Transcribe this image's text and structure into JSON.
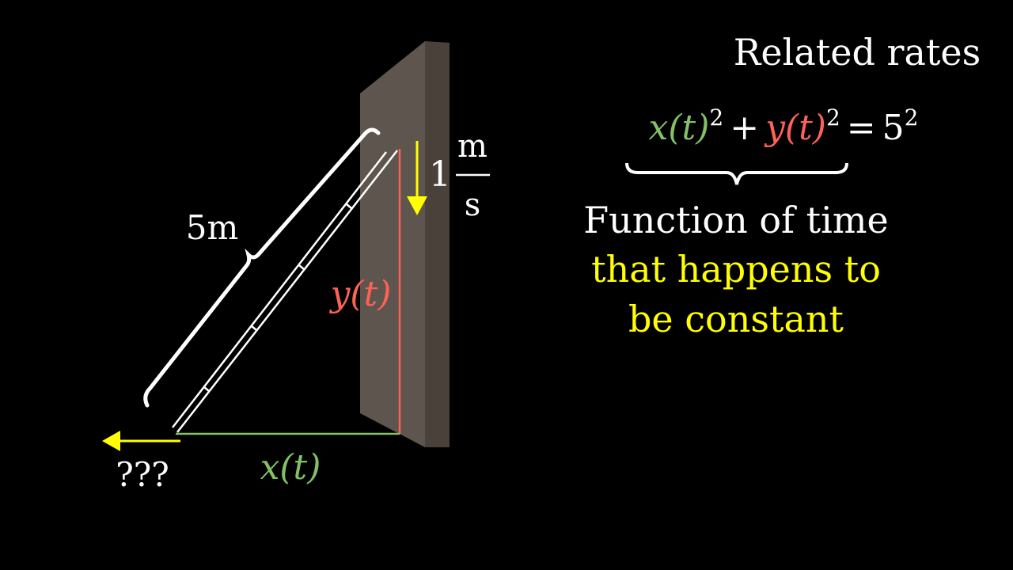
{
  "title": "Related rates",
  "equation": {
    "x_term": "x(t)",
    "y_term": "y(t)",
    "exp": "2",
    "plus": "+",
    "equals": "=",
    "five": "5"
  },
  "annotation": {
    "line1": "Function of time",
    "line2": "that happens to",
    "line3": "be constant"
  },
  "diagram": {
    "ladder_length": "5m",
    "y_label": "y(t)",
    "x_label": "x(t)",
    "unknown_rate": "???",
    "rate_number": "1",
    "rate_num_unit": "m",
    "rate_den_unit": "s"
  },
  "colors": {
    "x": "#83c167",
    "y": "#fc6255",
    "yellow": "#ffff00",
    "wall_front": "#5d554e",
    "wall_side": "#4a423a"
  }
}
